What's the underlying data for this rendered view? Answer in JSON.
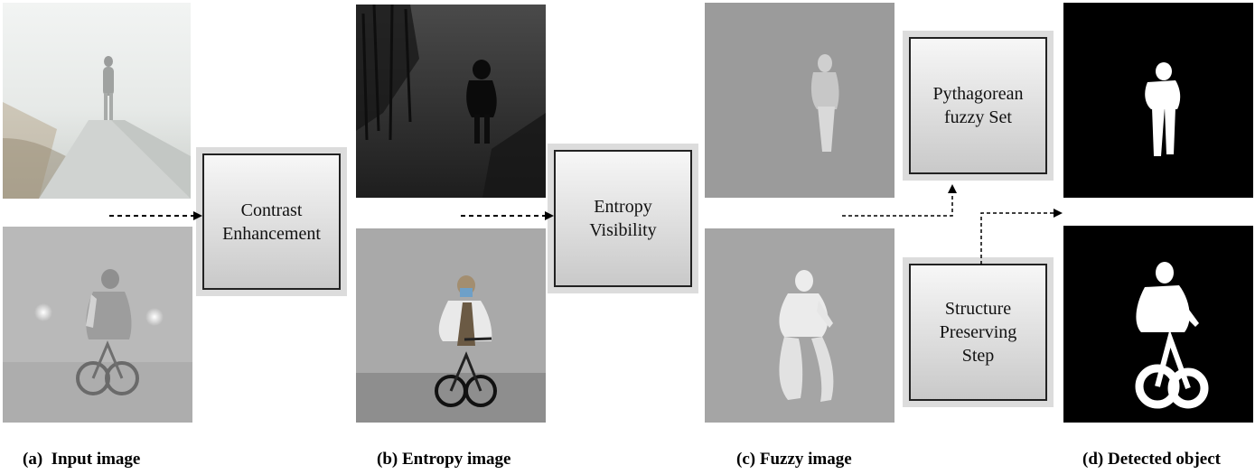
{
  "process_boxes": {
    "contrast": "Contrast\nEnhancement",
    "entropy": "Entropy\nVisibility",
    "pythagorean": "Pythagorean\nfuzzy Set",
    "structure": "Structure\nPreserving\nStep"
  },
  "captions": {
    "a": "(a)  Input image",
    "b": "(b) Entropy image",
    "c": "(c) Fuzzy image",
    "d": "(d) Detected object"
  },
  "colors": {
    "fog_light": "#e8ebe9",
    "fog_gray": "#bdbdbd",
    "entropy_dark": "#2a2a2a",
    "fuzzy_gray": "#9a9a9a",
    "mask_black": "#000000",
    "mask_white": "#ffffff",
    "box_fill": "#dcdcdc"
  },
  "icons": {
    "arrow": "dashed-arrow"
  }
}
